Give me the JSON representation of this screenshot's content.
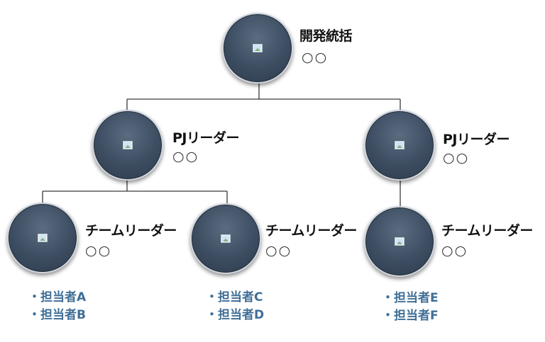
{
  "org": {
    "top": {
      "title": "開発統括",
      "name": "○○"
    },
    "pj_left": {
      "title": "PJリーダー",
      "name": "○○"
    },
    "pj_right": {
      "title": "PJリーダー",
      "name": "○○"
    },
    "team_a": {
      "title": "チームリーダー",
      "name": "○○",
      "members": [
        "・担当者A",
        "・担当者B"
      ]
    },
    "team_b": {
      "title": "チームリーダー",
      "name": "○○",
      "members": [
        "・担当者C",
        "・担当者D"
      ]
    },
    "team_c": {
      "title": "チームリーダー",
      "name": "○○",
      "members": [
        "・担当者E",
        "・担当者F"
      ]
    }
  },
  "colors": {
    "node_fill": "#3d4d61",
    "member_text": "#3f6e96",
    "connector": "#3a3a3a"
  },
  "icons": {
    "node_photo": "photo-placeholder-icon"
  }
}
